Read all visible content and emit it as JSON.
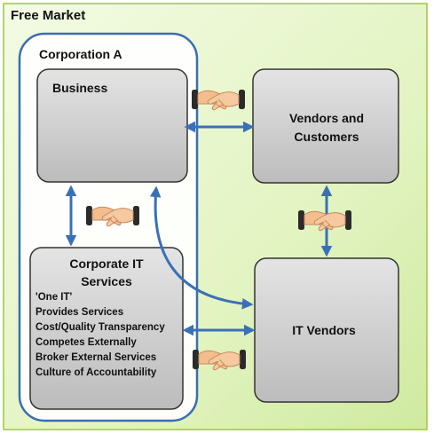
{
  "market_label": "Free Market",
  "corporation_label": "Corporation A",
  "nodes": {
    "business": "Business",
    "vendors_customers_line1": "Vendors and",
    "vendors_customers_line2": "Customers",
    "corporate_it_line1": "Corporate IT",
    "corporate_it_line2": "Services",
    "it_vendors": "IT Vendors"
  },
  "corporate_it_attributes": [
    "'One IT'",
    "Provides Services",
    "Cost/Quality Transparency",
    "Competes Externally",
    "Broker External Services",
    "Culture of Accountability"
  ],
  "colors": {
    "market_fill": "#e6f5c8",
    "market_border": "#9dc83a",
    "corporation_border": "#3b6db2",
    "box_fill": "#cdcdcd",
    "box_border": "#333333",
    "arrow": "#3a70b8",
    "hand": "#f2b98a"
  },
  "icons": [
    "handshake-icon"
  ]
}
